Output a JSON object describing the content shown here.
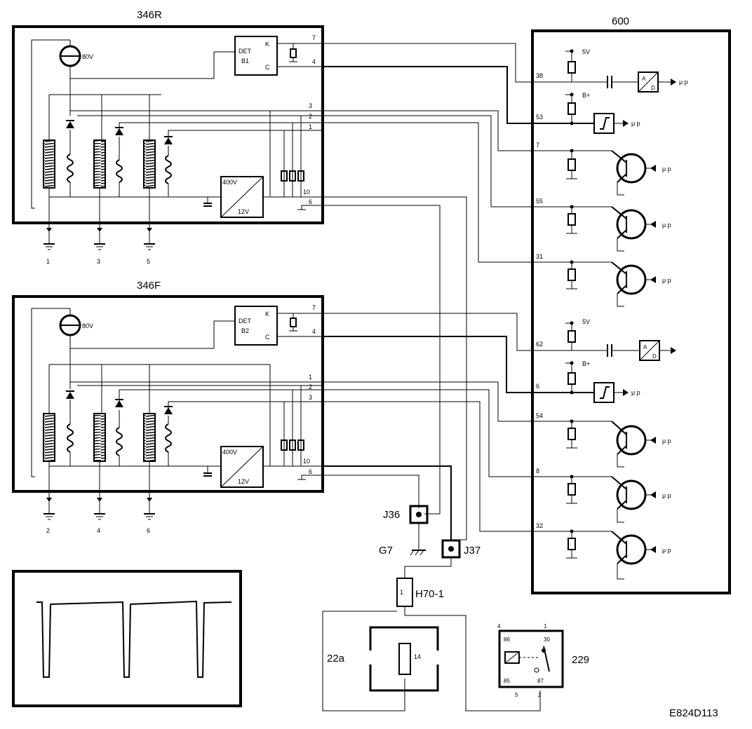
{
  "diagram_code": "E824D113",
  "modules": {
    "m346R": {
      "title": "346R",
      "voltage": "80V",
      "det_label": "DET",
      "det_id": "B1",
      "det_k": "K",
      "det_c": "C",
      "conv_in": "400V",
      "conv_out": "12V",
      "pins": [
        "7",
        "4",
        "3",
        "2",
        "1",
        "10",
        "6"
      ],
      "grounds": [
        "1",
        "3",
        "5"
      ]
    },
    "m346F": {
      "title": "346F",
      "voltage": "80V",
      "det_label": "DET",
      "det_id": "B2",
      "det_k": "K",
      "det_c": "C",
      "conv_in": "400V",
      "conv_out": "12V",
      "pins": [
        "7",
        "4",
        "1",
        "2",
        "3",
        "10",
        "6"
      ],
      "grounds": [
        "2",
        "4",
        "6"
      ]
    },
    "m600": {
      "title": "600",
      "supply_5v": "5V",
      "supply_bplus": "B+",
      "mu_p": "μ p",
      "adc_a": "A",
      "adc_d": "D",
      "pins_top": [
        "38",
        "53",
        "7",
        "55",
        "31"
      ],
      "pins_bottom": [
        "62",
        "6",
        "54",
        "8",
        "32"
      ]
    }
  },
  "connectors": {
    "j36": "J36",
    "j37": "J37",
    "g7": "G7",
    "h70": "H70-1",
    "h70_pin": "1"
  },
  "relay": {
    "id": "229",
    "pin86": "86",
    "pin30": "30",
    "pin85": "85",
    "pin87": "87",
    "num4": "4",
    "num1": "1",
    "num5": "5",
    "num2": "2"
  },
  "fuse_box": {
    "id": "22a",
    "fuse": "14"
  }
}
